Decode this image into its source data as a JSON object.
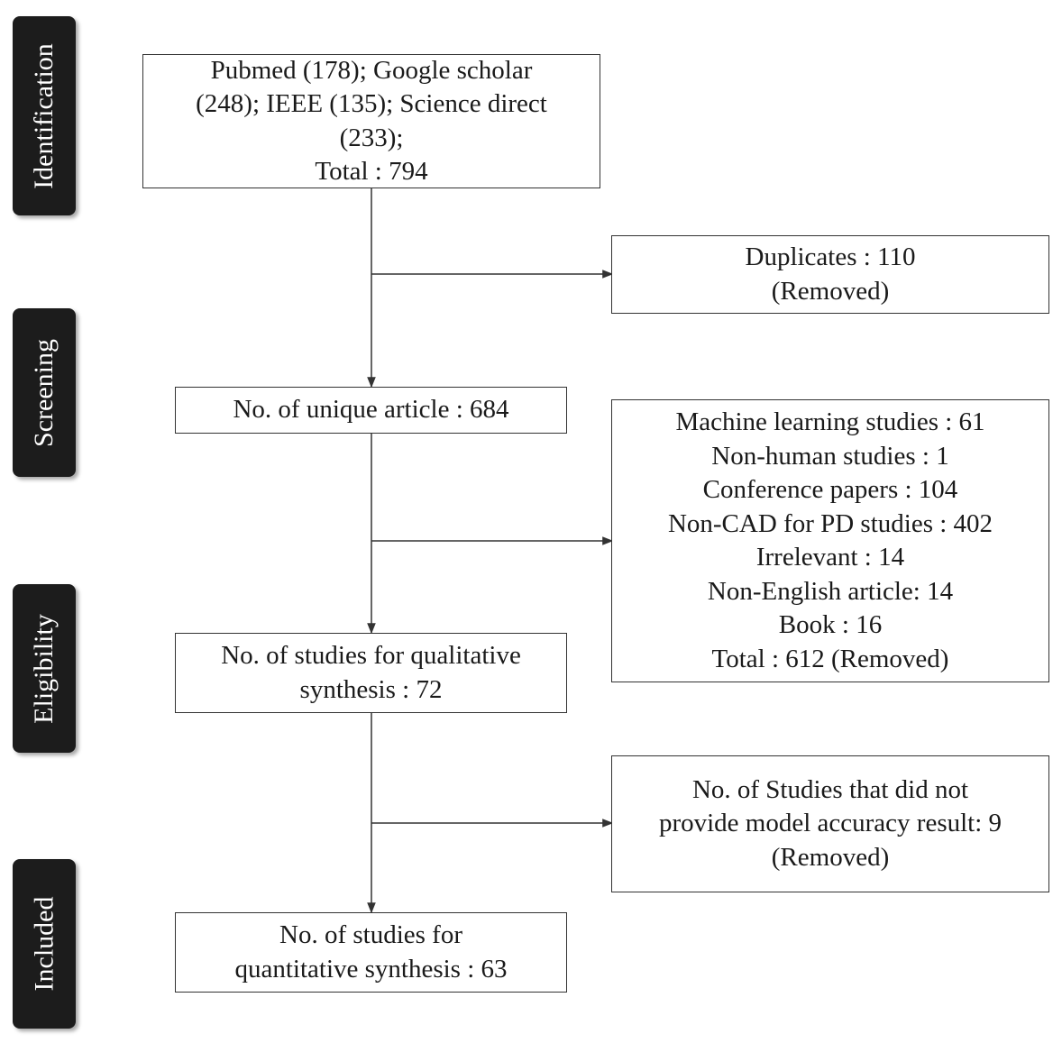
{
  "stages": [
    {
      "id": "identification",
      "label": "Identification"
    },
    {
      "id": "screening",
      "label": "Screening"
    },
    {
      "id": "eligibility",
      "label": "Eligibility"
    },
    {
      "id": "included",
      "label": "Included"
    }
  ],
  "boxes": {
    "identification": {
      "lines": [
        "Pubmed (178); Google scholar",
        "(248); IEEE (135); Science direct",
        "(233);",
        "Total :  794"
      ]
    },
    "duplicates": {
      "lines": [
        "Duplicates : 110",
        "(Removed)"
      ]
    },
    "unique_articles": {
      "lines": [
        "No. of unique  article : 684"
      ]
    },
    "exclusions": {
      "lines": [
        "Machine learning studies : 61",
        "Non-human studies : 1",
        "Conference papers : 104",
        "Non-CAD for PD studies : 402",
        "Irrelevant : 14",
        "Non-English article: 14",
        "Book : 16",
        "Total :  612 (Removed)"
      ]
    },
    "qualitative": {
      "lines": [
        "No. of studies for qualitative",
        "synthesis : 72"
      ]
    },
    "no_accuracy": {
      "lines": [
        "No. of Studies that did not",
        "provide model accuracy result: 9",
        "(Removed)"
      ]
    },
    "quantitative": {
      "lines": [
        "No. of studies for",
        "quantitative synthesis : 63"
      ]
    }
  }
}
